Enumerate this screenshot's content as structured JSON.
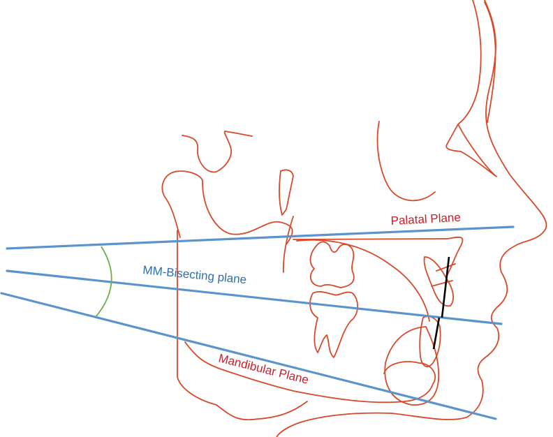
{
  "labels": {
    "palatal": "Palatal Plane",
    "bisecting": "MM-Bisecting plane",
    "mandibular": "Mandibular Plane"
  },
  "colors": {
    "tracing": "#d8482a",
    "plane": "#5b93cc",
    "label_red": "#c8202a",
    "label_blue": "#2f6fae",
    "angle_arc": "#6db04a",
    "incisor_axis": "#000000"
  }
}
